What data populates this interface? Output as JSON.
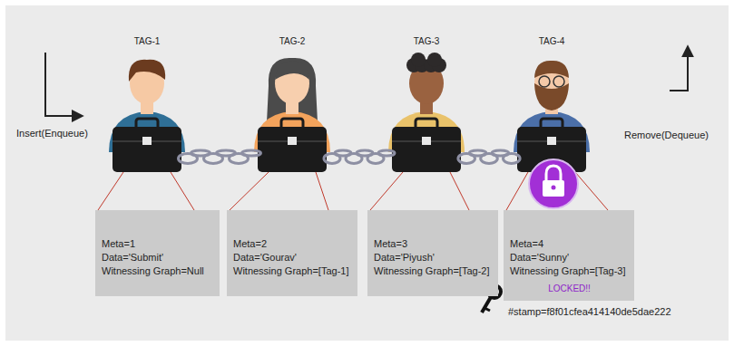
{
  "diagram": {
    "nodes": [
      {
        "text": [
          "Meta=1",
          "Data='Submit'",
          "Witnessing Graph=Null"
        ]
      },
      {
        "text": [
          "Meta=2",
          "Data='Gourav'",
          "Witnessing Graph=[Tag-1]"
        ]
      },
      {
        "text": [
          "Meta=3",
          "Data='Piyush'",
          "Witnessing Graph=[Tag-2]"
        ]
      },
      {
        "text": [
          "Meta=4",
          "Data='Sunny'",
          "Witnessing Graph=[Tag-3]",
          "LOCKED!!"
        ]
      }
    ],
    "labels": [
      "TAG-1",
      "TAG-2",
      "TAG-3",
      "TAG-4",
      "Insert(Enqueue)",
      "Remove(Dequeue)",
      "#stamp=f8f01cfea414140de5dae222"
    ]
  }
}
